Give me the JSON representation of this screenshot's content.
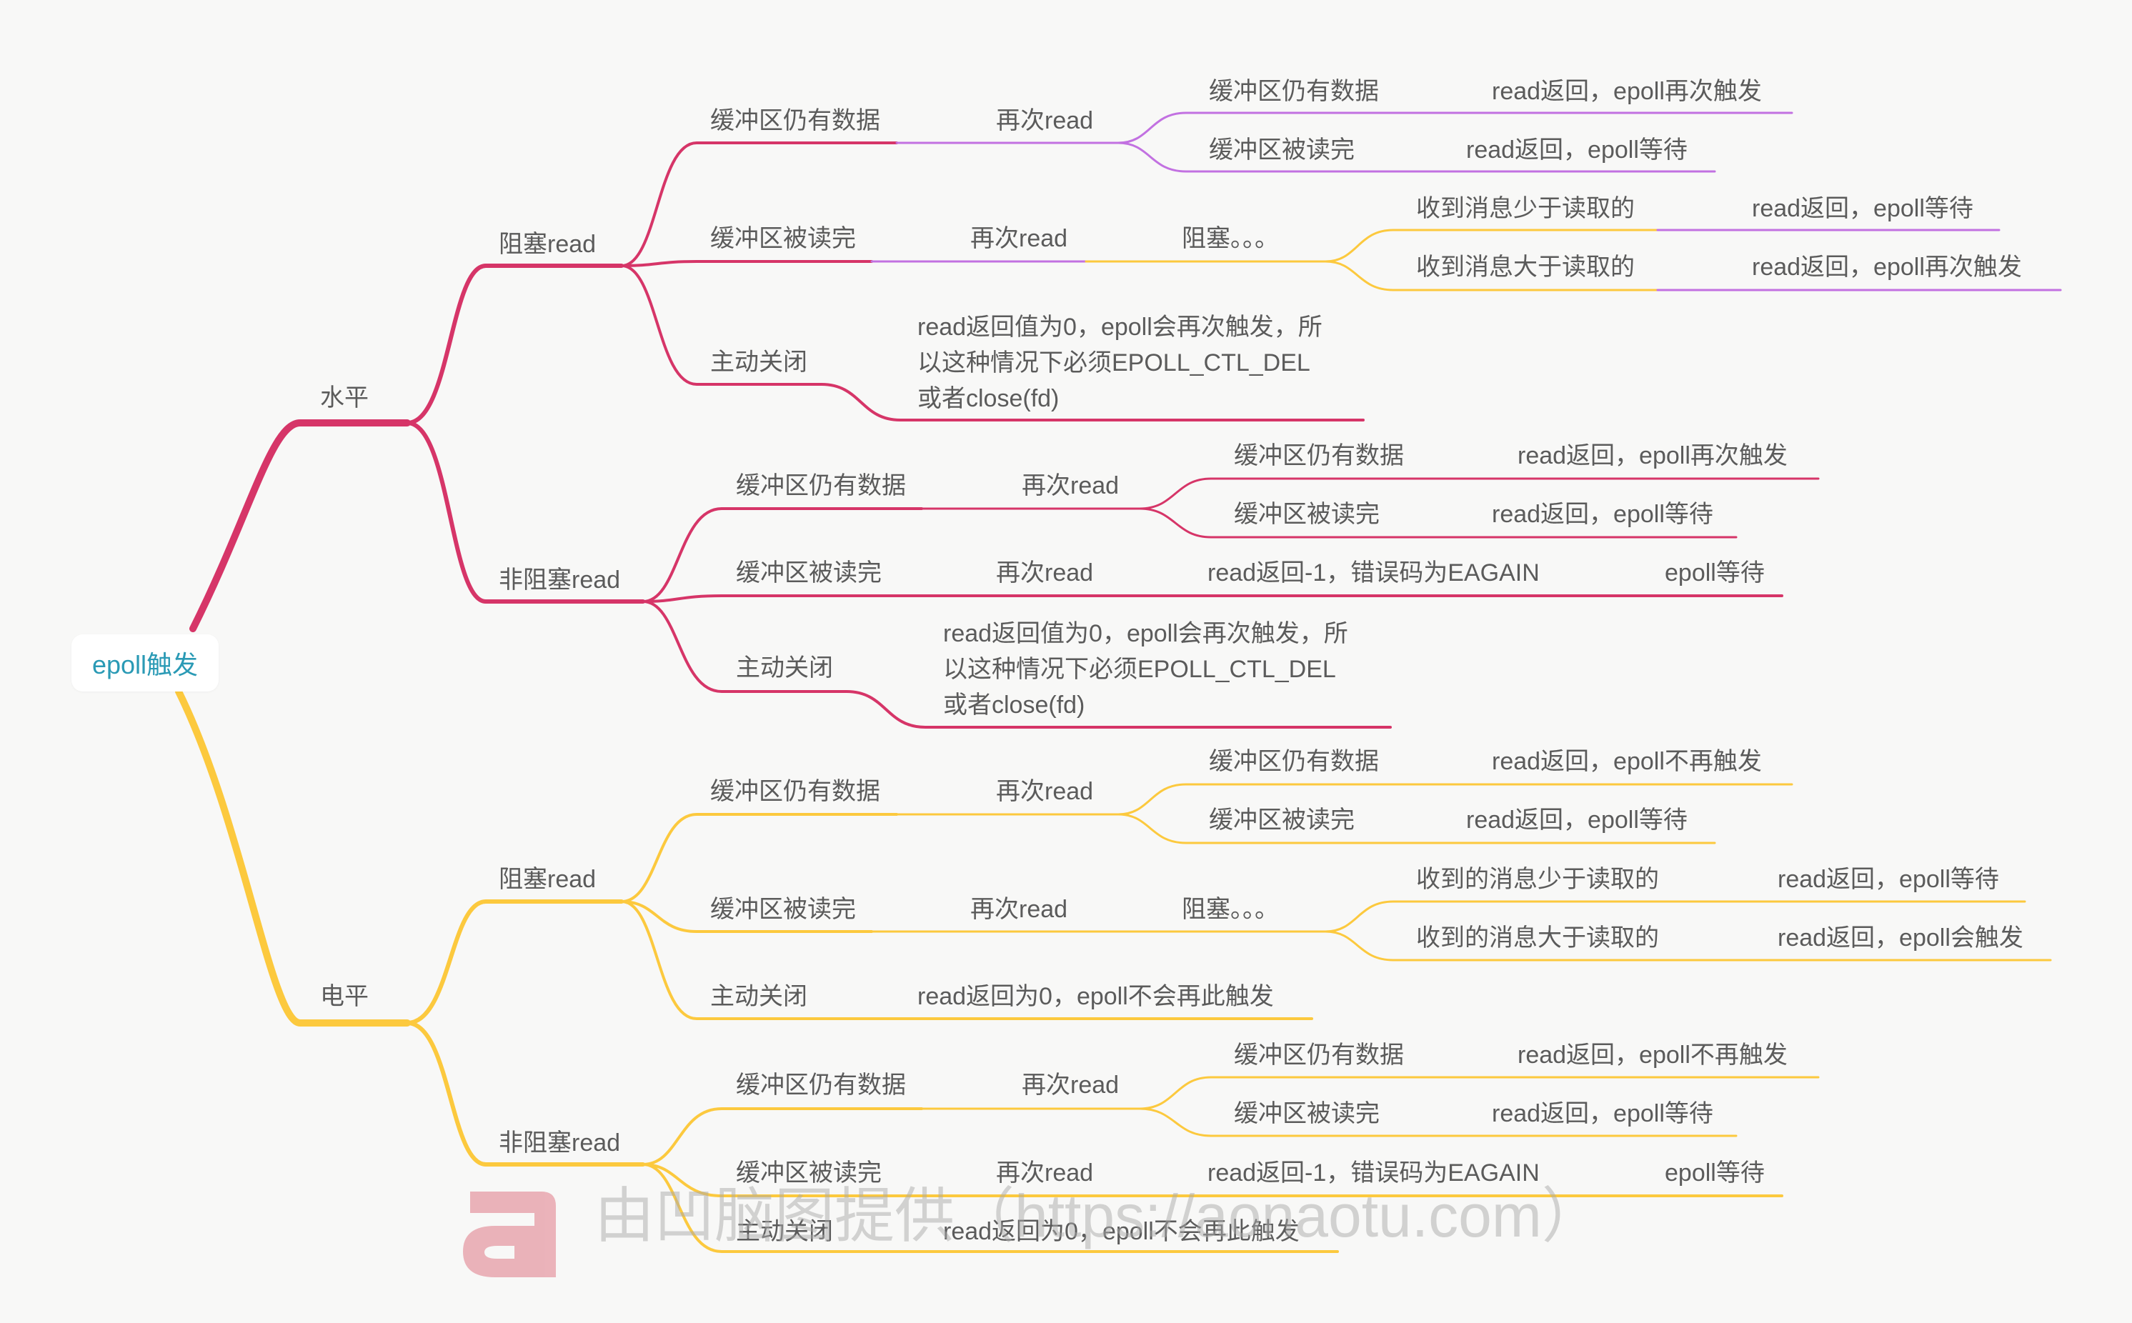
{
  "colors": {
    "red": "#d63568",
    "yellow": "#fcc93e",
    "purple": "#c271e1",
    "root_text": "#2a9ab5",
    "label_text": "#5b5b5b"
  },
  "root": {
    "label": "epoll触发"
  },
  "branches": {
    "level": {
      "label": "水平",
      "blocking": {
        "label": "阻塞read",
        "has_data": {
          "label": "缓冲区仍有数据",
          "again": "再次read",
          "has_data_label": "缓冲区仍有数据",
          "has_data_result": "read返回，epoll再次触发",
          "drained_label": "缓冲区被读完",
          "drained_result": "read返回，epoll等待"
        },
        "drained": {
          "label": "缓冲区被读完",
          "again": "再次read",
          "blocked": "阻塞。。。",
          "less_label": "收到消息少于读取的",
          "less_result": "read返回，epoll等待",
          "more_label": "收到消息大于读取的",
          "more_result": "read返回，epoll再次触发"
        },
        "close": {
          "label": "主动关闭",
          "note_lines": [
            "read返回值为0，epoll会再次触发，所",
            "以这种情况下必须EPOLL_CTL_DEL",
            "或者close(fd)"
          ]
        }
      },
      "nonblocking": {
        "label": "非阻塞read",
        "has_data": {
          "label": "缓冲区仍有数据",
          "again": "再次read",
          "has_data_label": "缓冲区仍有数据",
          "has_data_result": "read返回，epoll再次触发",
          "drained_label": "缓冲区被读完",
          "drained_result": "read返回，epoll等待"
        },
        "drained": {
          "label": "缓冲区被读完",
          "again": "再次read",
          "error": "read返回-1，错误码为EAGAIN",
          "result": "epoll等待"
        },
        "close": {
          "label": "主动关闭",
          "note_lines": [
            "read返回值为0，epoll会再次触发，所",
            "以这种情况下必须EPOLL_CTL_DEL",
            "或者close(fd)"
          ]
        }
      }
    },
    "edge": {
      "label": "电平",
      "blocking": {
        "label": "阻塞read",
        "has_data": {
          "label": "缓冲区仍有数据",
          "again": "再次read",
          "has_data_label": "缓冲区仍有数据",
          "has_data_result": "read返回，epoll不再触发",
          "drained_label": "缓冲区被读完",
          "drained_result": "read返回，epoll等待"
        },
        "drained": {
          "label": "缓冲区被读完",
          "again": "再次read",
          "blocked": "阻塞。。。",
          "less_label": "收到的消息少于读取的",
          "less_result": "read返回，epoll等待",
          "more_label": "收到的消息大于读取的",
          "more_result": "read返回，epoll会触发"
        },
        "close": {
          "label": "主动关闭",
          "note": "read返回为0，epoll不会再此触发"
        }
      },
      "nonblocking": {
        "label": "非阻塞read",
        "has_data": {
          "label": "缓冲区仍有数据",
          "again": "再次read",
          "has_data_label": "缓冲区仍有数据",
          "has_data_result": "read返回，epoll不再触发",
          "drained_label": "缓冲区被读完",
          "drained_result": "read返回，epoll等待"
        },
        "drained": {
          "label": "缓冲区被读完",
          "again": "再次read",
          "error": "read返回-1，错误码为EAGAIN",
          "result": "epoll等待"
        },
        "close": {
          "label": "主动关闭",
          "note": "read返回为0，epoll不会再此触发"
        }
      }
    }
  },
  "watermark": {
    "logo_glyph": "a",
    "text": "由凹脑图提供（https://aonaotu.com）"
  }
}
